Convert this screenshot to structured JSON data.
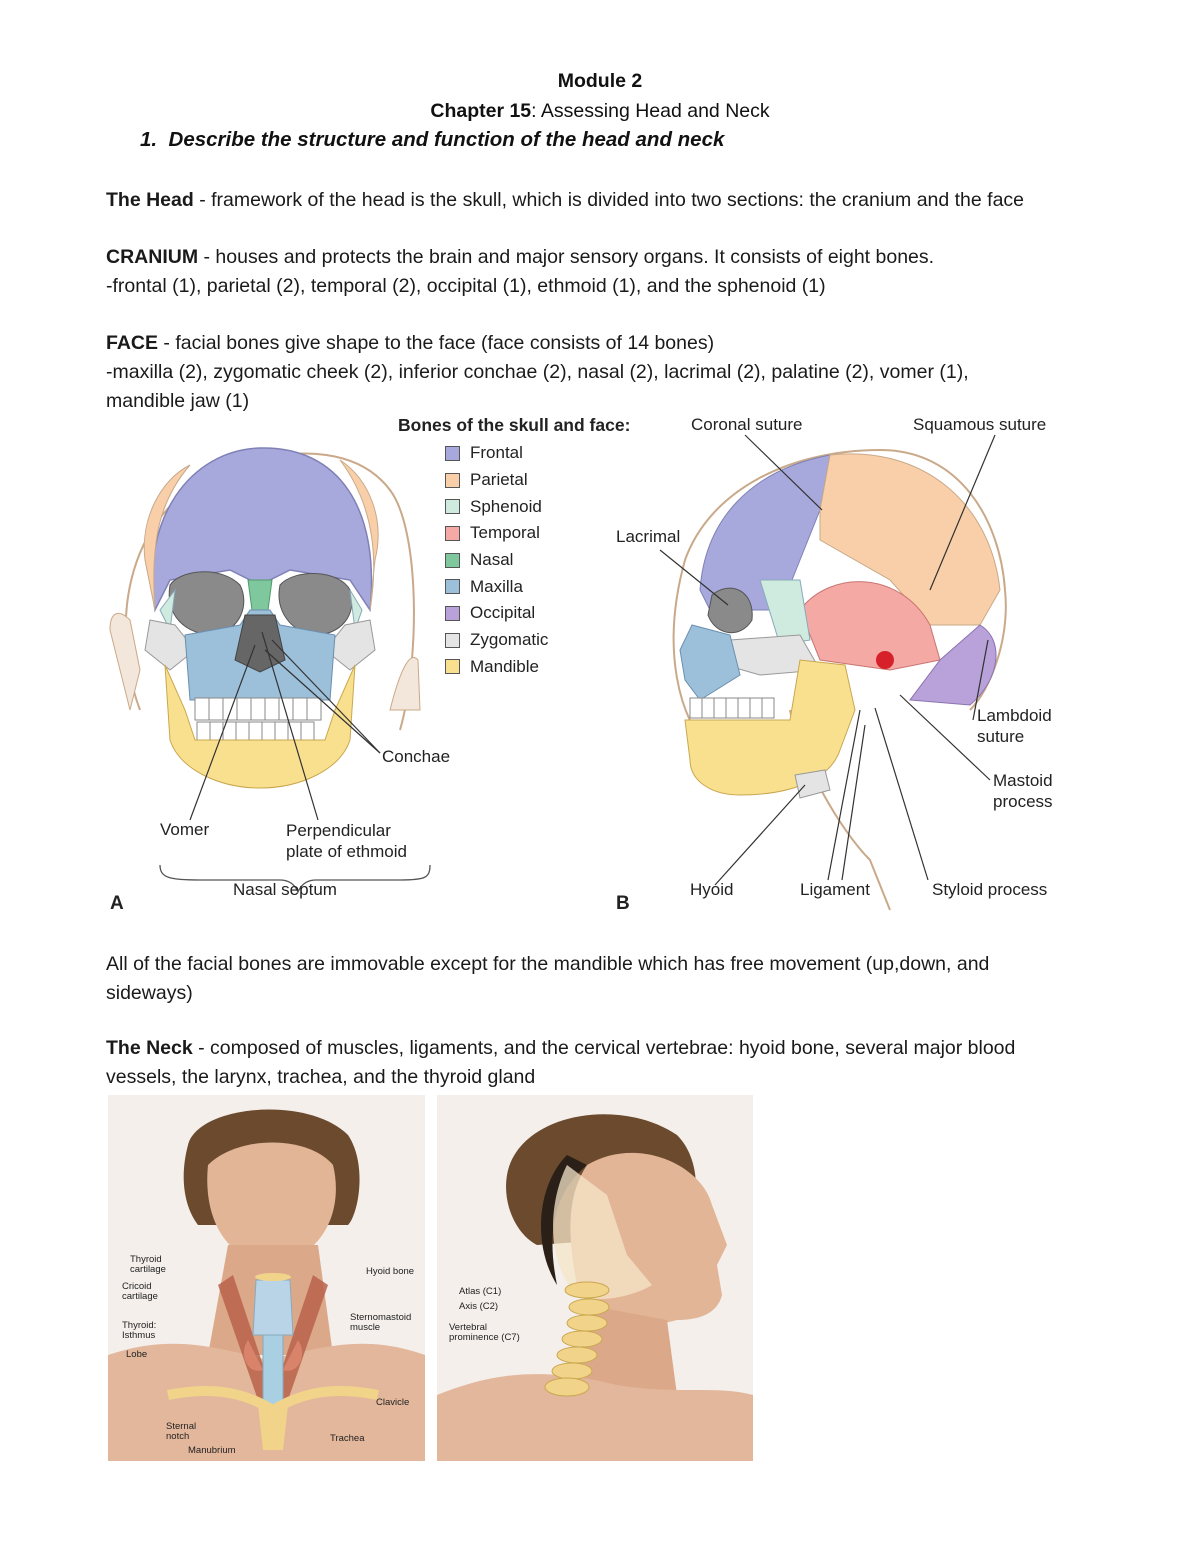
{
  "header": {
    "module": "Module 2",
    "chapter_bold": "Chapter 15",
    "chapter_rest": ": Assessing Head and Neck",
    "objective_num": "1.",
    "objective_text": "Describe the structure and function of the head and neck"
  },
  "head": {
    "term": "The Head",
    "text": " - framework of the head is the skull, which is divided into two sections: the cranium and the face"
  },
  "cranium": {
    "term": "CRANIUM",
    "text": " - houses and protects the brain and major sensory organs. It consists of eight bones.",
    "list": "-frontal (1), parietal (2), temporal (2), occipital (1), ethmoid (1), and the sphenoid (1)"
  },
  "face": {
    "term": "FACE",
    "text": " - facial bones give shape to the face (face consists of 14 bones)",
    "list1": "-maxilla (2), zygomatic cheek (2), inferior conchae (2), nasal (2), lacrimal (2), palatine (2), vomer (1),",
    "list2": "mandible jaw (1)"
  },
  "skull_figure": {
    "legend_title": "Bones of the skull and face:",
    "legend": [
      {
        "label": "Frontal",
        "color": "#a7a9dc"
      },
      {
        "label": "Parietal",
        "color": "#f8cfa8"
      },
      {
        "label": "Sphenoid",
        "color": "#cfeadf"
      },
      {
        "label": "Temporal",
        "color": "#f4a9a5"
      },
      {
        "label": "Nasal",
        "color": "#7fc79c"
      },
      {
        "label": "Maxilla",
        "color": "#9cbfda"
      },
      {
        "label": "Occipital",
        "color": "#b9a2d9"
      },
      {
        "label": "Zygomatic",
        "color": "#e4e4e4"
      },
      {
        "label": "Mandible",
        "color": "#f9e08f"
      }
    ],
    "labels_a": {
      "conchae": "Conchae",
      "vomer": "Vomer",
      "perp1": "Perpendicular",
      "perp2": "plate of ethmoid",
      "septum": "Nasal septum",
      "panel": "A"
    },
    "labels_b": {
      "coronal": "Coronal suture",
      "squamous": "Squamous suture",
      "lacrimal": "Lacrimal",
      "lambdoid1": "Lambdoid",
      "lambdoid2": "suture",
      "mastoid1": "Mastoid",
      "mastoid2": "process",
      "hyoid": "Hyoid",
      "ligament": "Ligament",
      "styloid": "Styloid process",
      "panel": "B"
    }
  },
  "mandible_note": {
    "line1": "All of the facial bones are immovable except for the mandible which has free movement (up,down, and",
    "line2": "sideways)"
  },
  "neck": {
    "term": "The Neck",
    "text1": " - composed of muscles, ligaments, and the cervical vertebrae: hyoid bone, several major blood",
    "text2": "vessels, the larynx, trachea, and the thyroid gland"
  },
  "neck_front_labels": {
    "thyroid_cart1": "Thyroid",
    "thyroid_cart2": "cartilage",
    "cricoid1": "Cricoid",
    "cricoid2": "cartilage",
    "isthmus1": "Thyroid:",
    "isthmus2": "Isthmus",
    "lobe": "Lobe",
    "hyoid": "Hyoid bone",
    "scm1": "Sternomastoid",
    "scm2": "muscle",
    "clavicle": "Clavicle",
    "sternal1": "Sternal",
    "sternal2": "notch",
    "manubrium": "Manubrium",
    "trachea": "Trachea"
  },
  "neck_side_labels": {
    "atlas": "Atlas (C1)",
    "axis": "Axis (C2)",
    "vert1": "Vertebral",
    "vert2": "prominence (C7)"
  }
}
